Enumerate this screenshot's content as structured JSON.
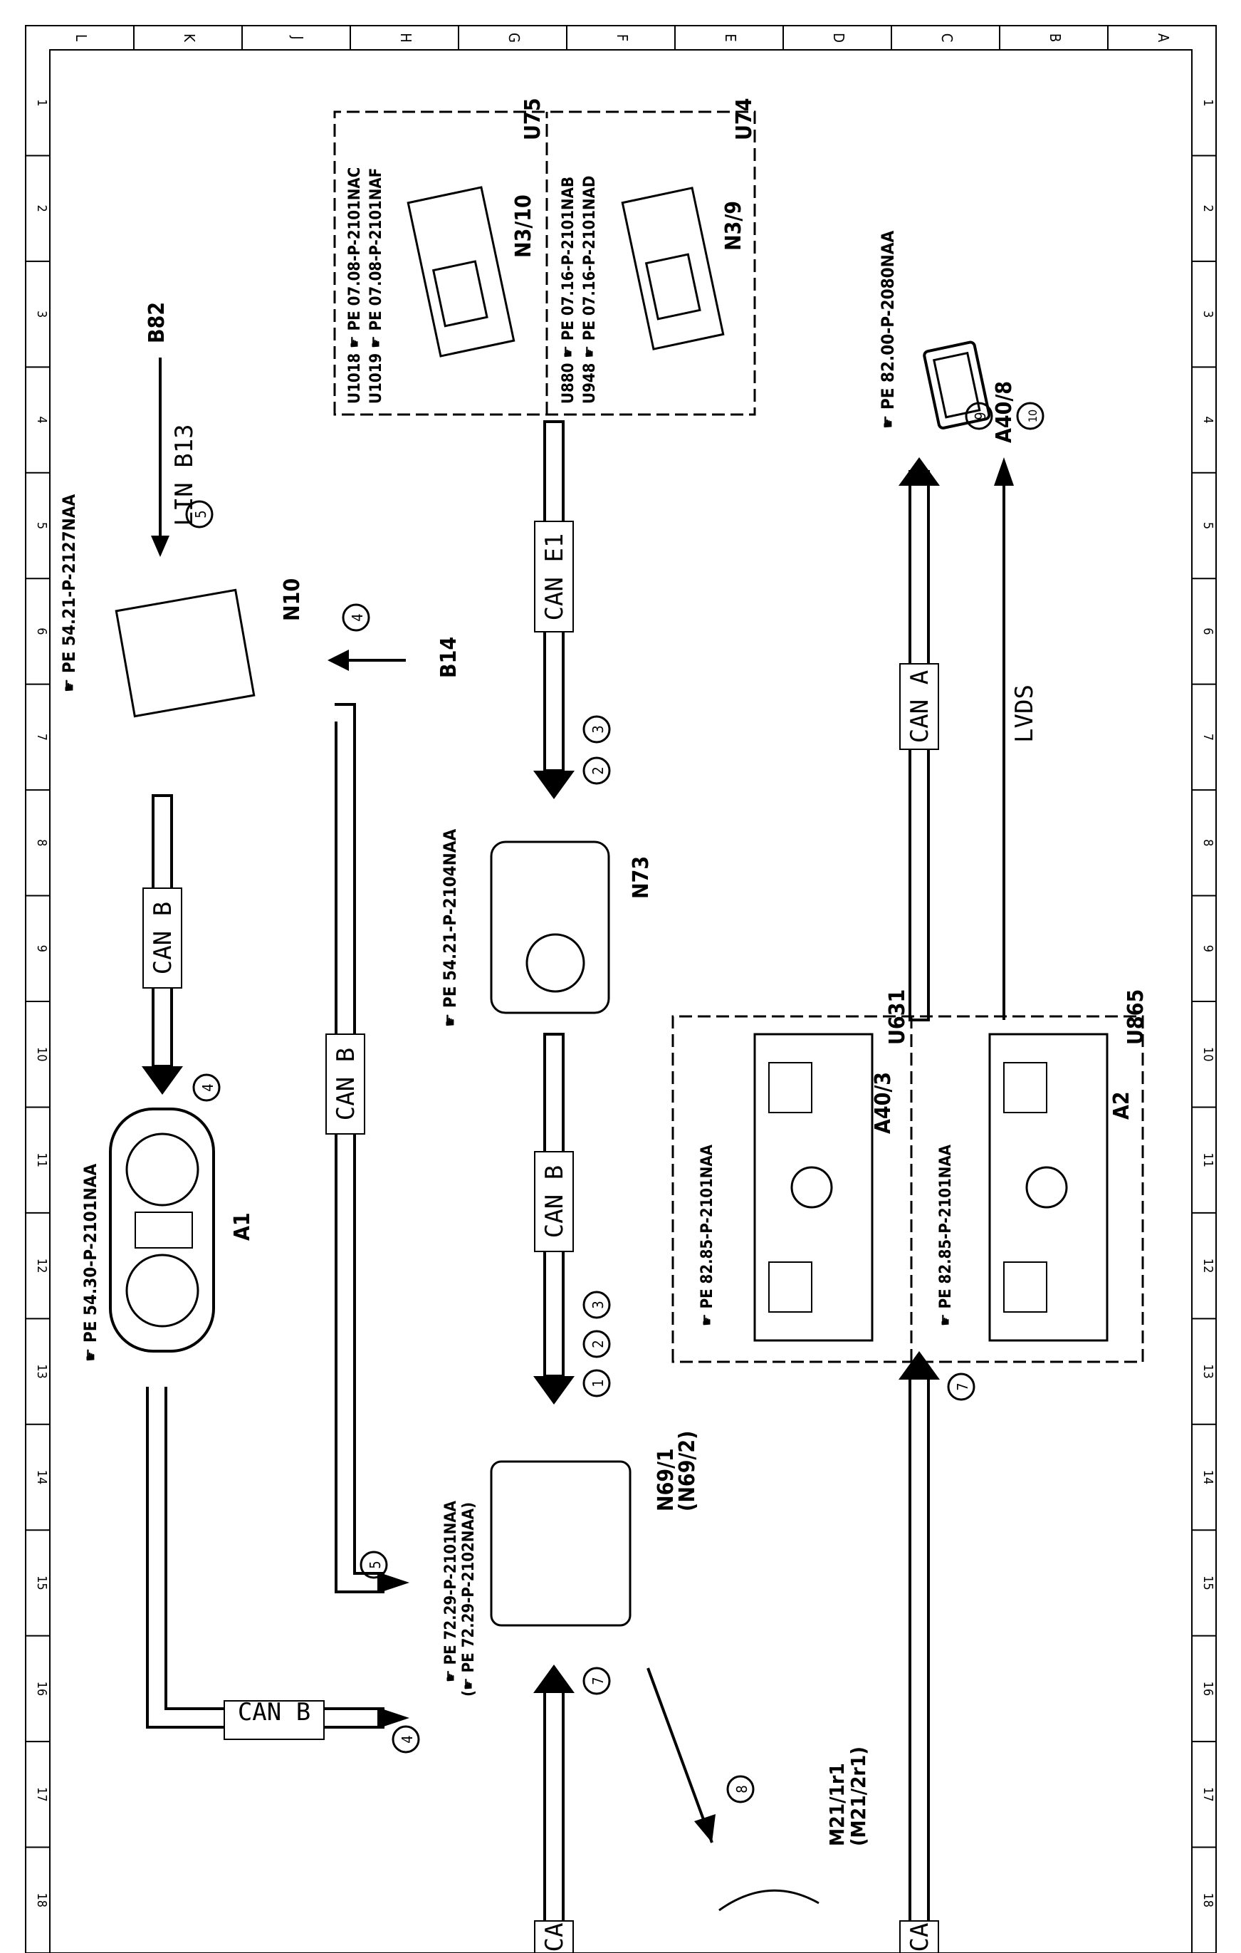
{
  "grid": {
    "columns": [
      "L",
      "K",
      "J",
      "H",
      "G",
      "F",
      "E",
      "D",
      "C",
      "B",
      "A"
    ],
    "rows": [
      "1",
      "2",
      "3",
      "4",
      "5",
      "6",
      "7",
      "8",
      "9",
      "10",
      "11",
      "12",
      "13",
      "14",
      "15",
      "16",
      "17",
      "18"
    ]
  },
  "groups": {
    "u74": {
      "code": "U74",
      "component": "N3/9",
      "lines": [
        "U880 ☛ PE 07.16-P-2101NAB",
        "U948 ☛ PE 07.16-P-2101NAD"
      ]
    },
    "u75": {
      "code": "U75",
      "component": "N3/10",
      "lines": [
        "U1018 ☛ PE 07.08-P-2101NAC",
        "U1019 ☛ PE 07.08-P-2101NAF"
      ]
    },
    "u865": {
      "code": "U865",
      "component": "A2",
      "ref": "☛ PE 82.85-P-2101NAA"
    },
    "u631": {
      "code": "U631",
      "component": "A40/3",
      "ref": "☛ PE 82.85-P-2101NAA"
    }
  },
  "components": {
    "a40_8": {
      "label": "A40/8",
      "ref": "☛ PE 82.00-P-2080NAA"
    },
    "n73": {
      "label": "N73",
      "ref": "☛ PE 54.21-P-2104NAA"
    },
    "n10": {
      "label": "N10",
      "ref": "☛ PE 54.21-P-2127NAA"
    },
    "b14": {
      "label": "B14"
    },
    "b82": {
      "label": "B82"
    },
    "a1": {
      "label": "A1",
      "ref": "☛ PE 54.30-P-2101NAA"
    },
    "n69": {
      "label": "N69/1",
      "label2": "(N69/2)",
      "ref": "☛ PE 72.29-P-2101NAA",
      "ref2": "(☛ PE 72.29-P-2102NAA)"
    },
    "m21": {
      "label": "M21/1r1",
      "label2": "(M21/2r1)"
    }
  },
  "buses": {
    "can_a": "CAN A",
    "lvds": "LVDS",
    "can_e1": "CAN E1",
    "can_b": "CAN B",
    "lin_b13": "LIN B13",
    "can_cut": "CA"
  },
  "steps": {
    "s1": "1",
    "s2": "2",
    "s3": "3",
    "s4": "4",
    "s5": "5",
    "s7": "7",
    "s8": "8",
    "s9": "9",
    "s10": "10"
  }
}
